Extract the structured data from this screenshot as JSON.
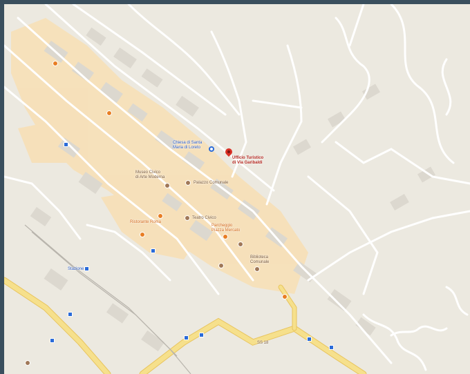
{
  "map": {
    "labels": {
      "blue_poi_text": "Chiesa di Santa\nMaria di Loreto",
      "selected_place": "Ufficio Turistico\ndi Via Garibaldi",
      "brown_poi_1": "Museo Civico\ndi Arte Moderna",
      "brown_poi_2": "Palazzo Comunale",
      "orange_poi_1": "Ristorante Roma",
      "brown_poi_3": "Teatro Civico",
      "orange_poi_2": "Parcheggio\nPiazza Mercato",
      "brown_poi_4": "Biblioteca\nComunale",
      "station": "Stazione",
      "road_label": "SS 18"
    },
    "colors": {
      "land": "#ece9e0",
      "built": "#f8dfb4",
      "road": "#ffffff",
      "highway": "#f6e08c",
      "highway_edge": "#e8c45e",
      "building": "#dcd8cf",
      "poi_orange": "#e87e24",
      "poi_blue": "#2a6bd8",
      "pin_red": "#d93025"
    },
    "icons": [
      "map-pin-icon",
      "restaurant-icon",
      "museum-icon",
      "transit-icon",
      "parking-icon",
      "church-icon"
    ]
  }
}
